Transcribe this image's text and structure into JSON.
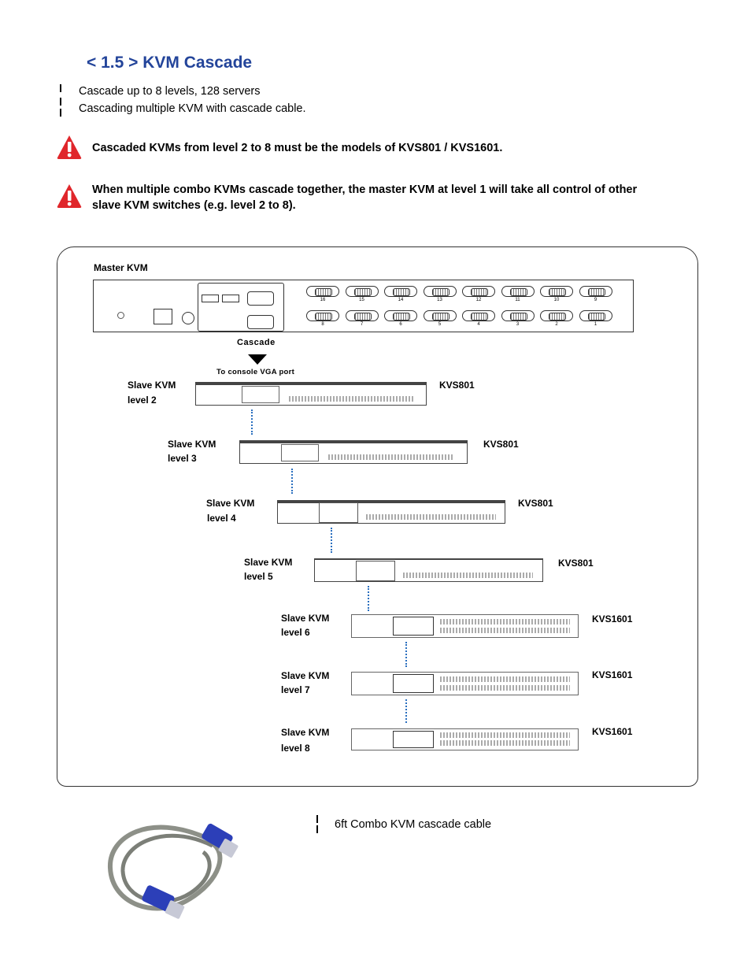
{
  "title": "< 1.5 > KVM Cascade",
  "bullets": [
    "Cascade up to 8 levels, 128 servers",
    "Cascading multiple KVM with cascade cable."
  ],
  "warnings": [
    "Cascaded KVMs from level 2 to 8 must be the models of KVS801 / KVS1601.",
    "When multiple combo KVMs cascade together, the master KVM at level 1 will take all control of other slave KVM switches (e.g. level 2 to 8)."
  ],
  "diagram": {
    "master_label": "Master KVM",
    "cascade_label": "Cascade",
    "console_label": "To console VGA port",
    "master_ports_top": [
      "16",
      "15",
      "14",
      "13",
      "12",
      "11",
      "10",
      "9"
    ],
    "master_ports_bottom": [
      "8",
      "7",
      "6",
      "5",
      "4",
      "3",
      "2",
      "1"
    ],
    "slaves": [
      {
        "line1": "Slave KVM",
        "line2": "level 2",
        "model": "KVS801"
      },
      {
        "line1": "Slave KVM",
        "line2": "level 3",
        "model": "KVS801"
      },
      {
        "line1": "Slave KVM",
        "line2": "level 4",
        "model": "KVS801"
      },
      {
        "line1": "Slave KVM",
        "line2": "level 5",
        "model": "KVS801"
      },
      {
        "line1": "Slave KVM",
        "line2": "level 6",
        "model": "KVS1601"
      },
      {
        "line1": "Slave KVM",
        "line2": "level 7",
        "model": "KVS1601"
      },
      {
        "line1": "Slave KVM",
        "line2": "level 8",
        "model": "KVS1601"
      }
    ]
  },
  "cable_caption": "6ft Combo KVM cascade cable",
  "colors": {
    "title": "#23449a",
    "warning_icon": "#e0262b",
    "dotted_line": "#2a6fbf",
    "cable_connector": "#2c3fb8"
  }
}
